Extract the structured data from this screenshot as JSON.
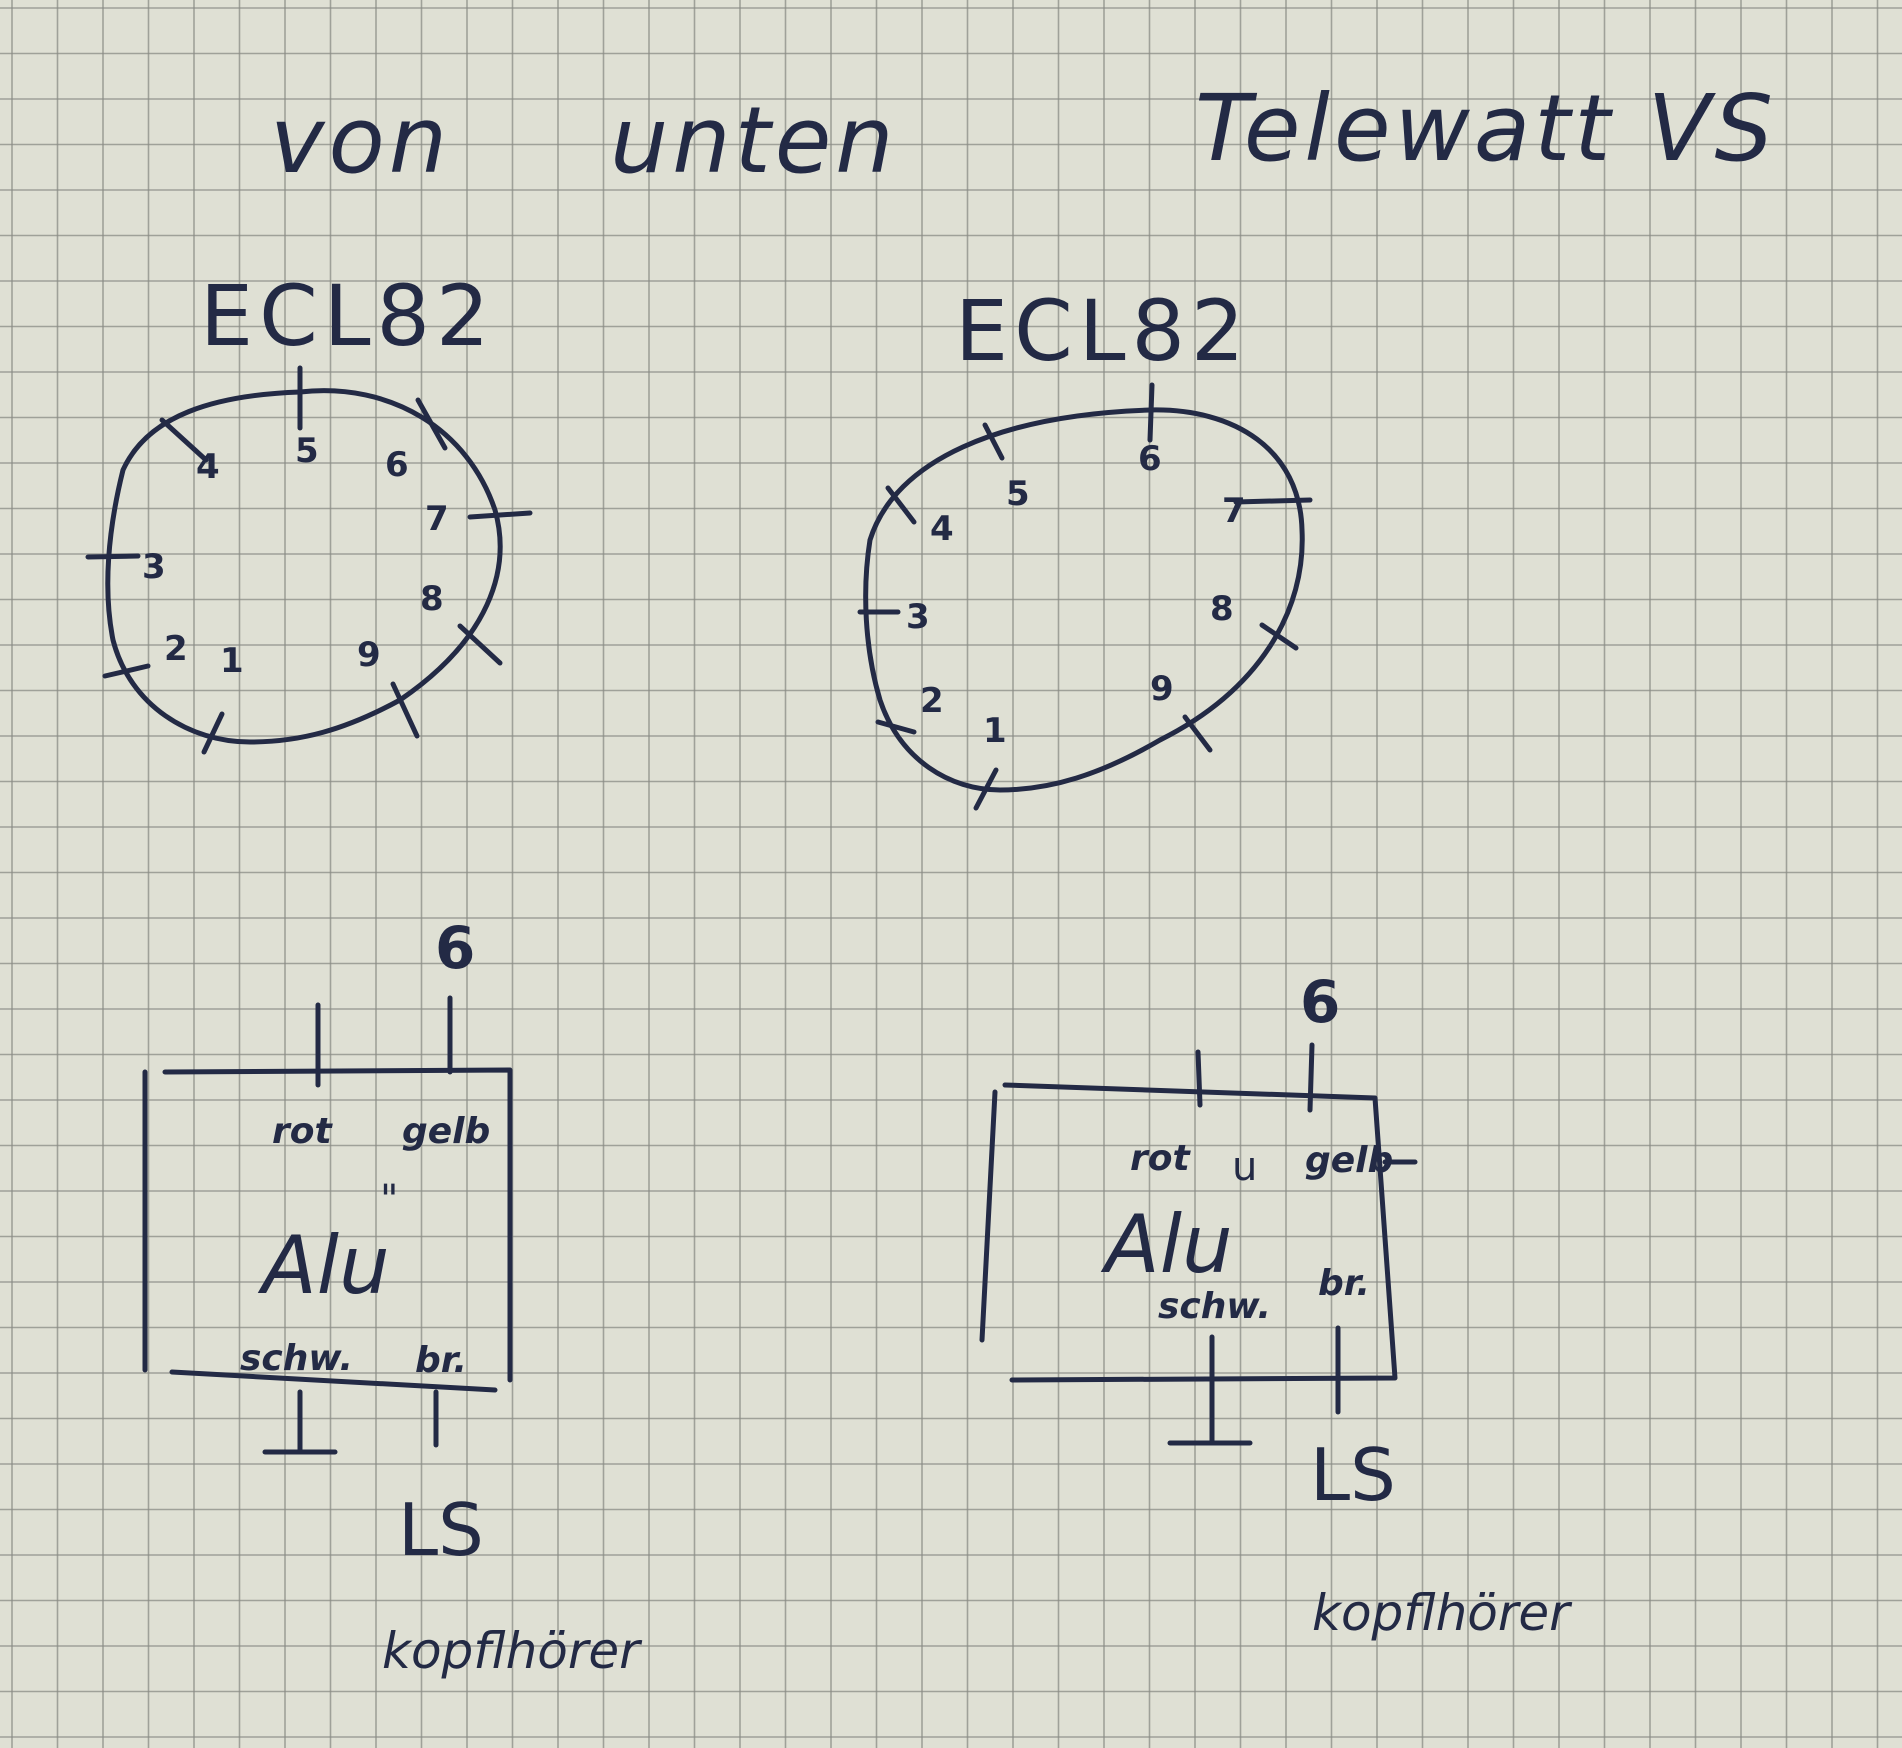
{
  "header": {
    "word_1": "von",
    "word_2": "unten",
    "word_3": "Telewatt VS"
  },
  "sockets": [
    {
      "tube": "ECL82",
      "pins": [
        "1",
        "2",
        "3",
        "4",
        "5",
        "6",
        "7",
        "8",
        "9"
      ]
    },
    {
      "tube": "ECL82",
      "pins": [
        "1",
        "2",
        "3",
        "4",
        "5",
        "6",
        "7",
        "8",
        "9"
      ]
    }
  ],
  "transformers": [
    {
      "pin_label": "6",
      "wire_top_left": "rot",
      "wire_top_right": "gelb",
      "core_label": "Alu",
      "wire_bottom_left": "schw.",
      "wire_bottom_right": "br.",
      "output_label": "LS",
      "note": "kopflhörer"
    },
    {
      "pin_label": "6",
      "wire_top_left": "rot",
      "wire_top_right": "gelb",
      "core_label": "Alu",
      "wire_bottom_left": "schw.",
      "wire_bottom_right": "br.",
      "output_label": "LS",
      "note": "kopflhörer"
    }
  ],
  "colors": {
    "ink": "#232a45",
    "paper": "#dfe0d4",
    "grid": "#8a8c86"
  }
}
